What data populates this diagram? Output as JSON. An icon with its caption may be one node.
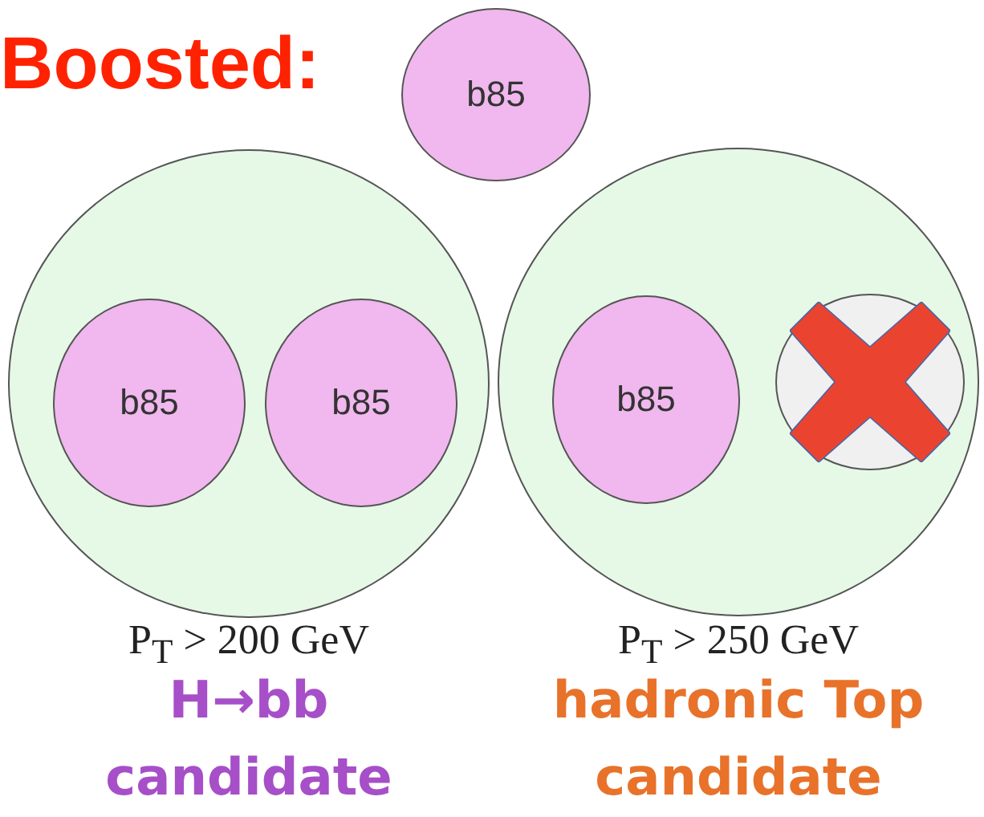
{
  "diagram": {
    "title": "Boosted:",
    "nodes": [
      {
        "text": [
          "b85"
        ]
      },
      {
        "text": [],
        "shape": "circle",
        "beside": [
          "P$_{T}$ > 200 GeV",
          "H→bb candidate"
        ]
      },
      {
        "text": [
          "b85"
        ],
        "in": 1
      },
      {
        "text": [
          "b85"
        ],
        "in": 1
      },
      {
        "text": [],
        "shape": "circle",
        "beside": [
          "P$_{T}$ > 250 GeV",
          "hadronic Top candidate"
        ]
      },
      {
        "text": [
          "b85"
        ],
        "in": 4
      },
      {
        "text": [],
        "shape": "circle",
        "in": 4
      }
    ]
  }
}
